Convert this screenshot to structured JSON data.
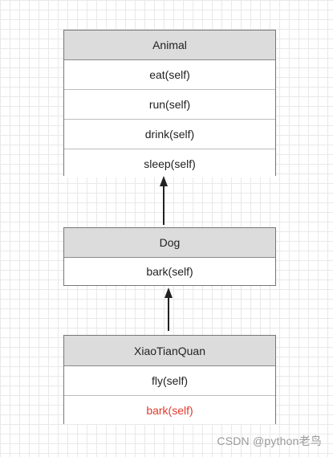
{
  "classes": {
    "animal": {
      "name": "Animal",
      "methods": [
        "eat(self)",
        "run(self)",
        "drink(self)",
        "sleep(self)"
      ]
    },
    "dog": {
      "name": "Dog",
      "methods": [
        "bark(self)"
      ]
    },
    "xiaotianquan": {
      "name": "XiaoTianQuan",
      "methods": [
        "fly(self)",
        "bark(self)"
      ]
    }
  },
  "colors": {
    "header_bg": "#dcdcdc",
    "border": "#777777",
    "override_method": "#e03a2e",
    "arrow": "#222222"
  },
  "watermark": "CSDN @python老鸟"
}
